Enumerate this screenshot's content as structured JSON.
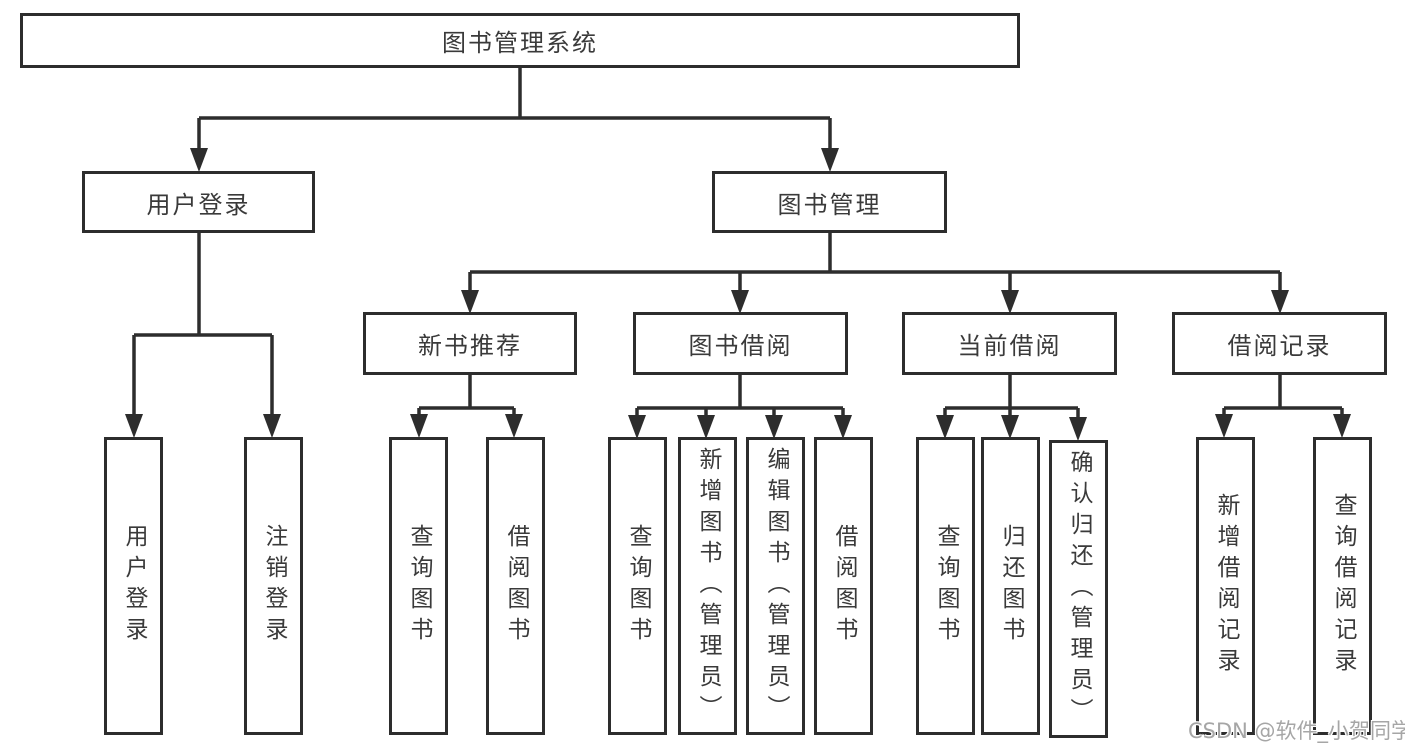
{
  "colors": {
    "line": "#2d2d2d",
    "box_border": "#2d2d2d",
    "box_background": "#ffffff",
    "text": "#3a3a3a",
    "page_background": "#ffffff",
    "watermark_text": "#a6a6a6"
  },
  "tree": {
    "root": "图书管理系统",
    "children": [
      {
        "label": "用户登录",
        "children": [
          "用户登录",
          "注销登录"
        ]
      },
      {
        "label": "图书管理",
        "children": [
          {
            "label": "新书推荐",
            "children": [
              "查询图书",
              "借阅图书"
            ]
          },
          {
            "label": "图书借阅",
            "children": [
              "查询图书",
              "新增图书（管理员）",
              "编辑图书（管理员）",
              "借阅图书"
            ]
          },
          {
            "label": "当前借阅",
            "children": [
              "查询图书",
              "归还图书",
              "确认归还（管理员）"
            ]
          },
          {
            "label": "借阅记录",
            "children": [
              "新增借阅记录",
              "查询借阅记录"
            ]
          }
        ]
      }
    ]
  },
  "watermark": {
    "text": "CSDN @软件_小贺同学"
  }
}
